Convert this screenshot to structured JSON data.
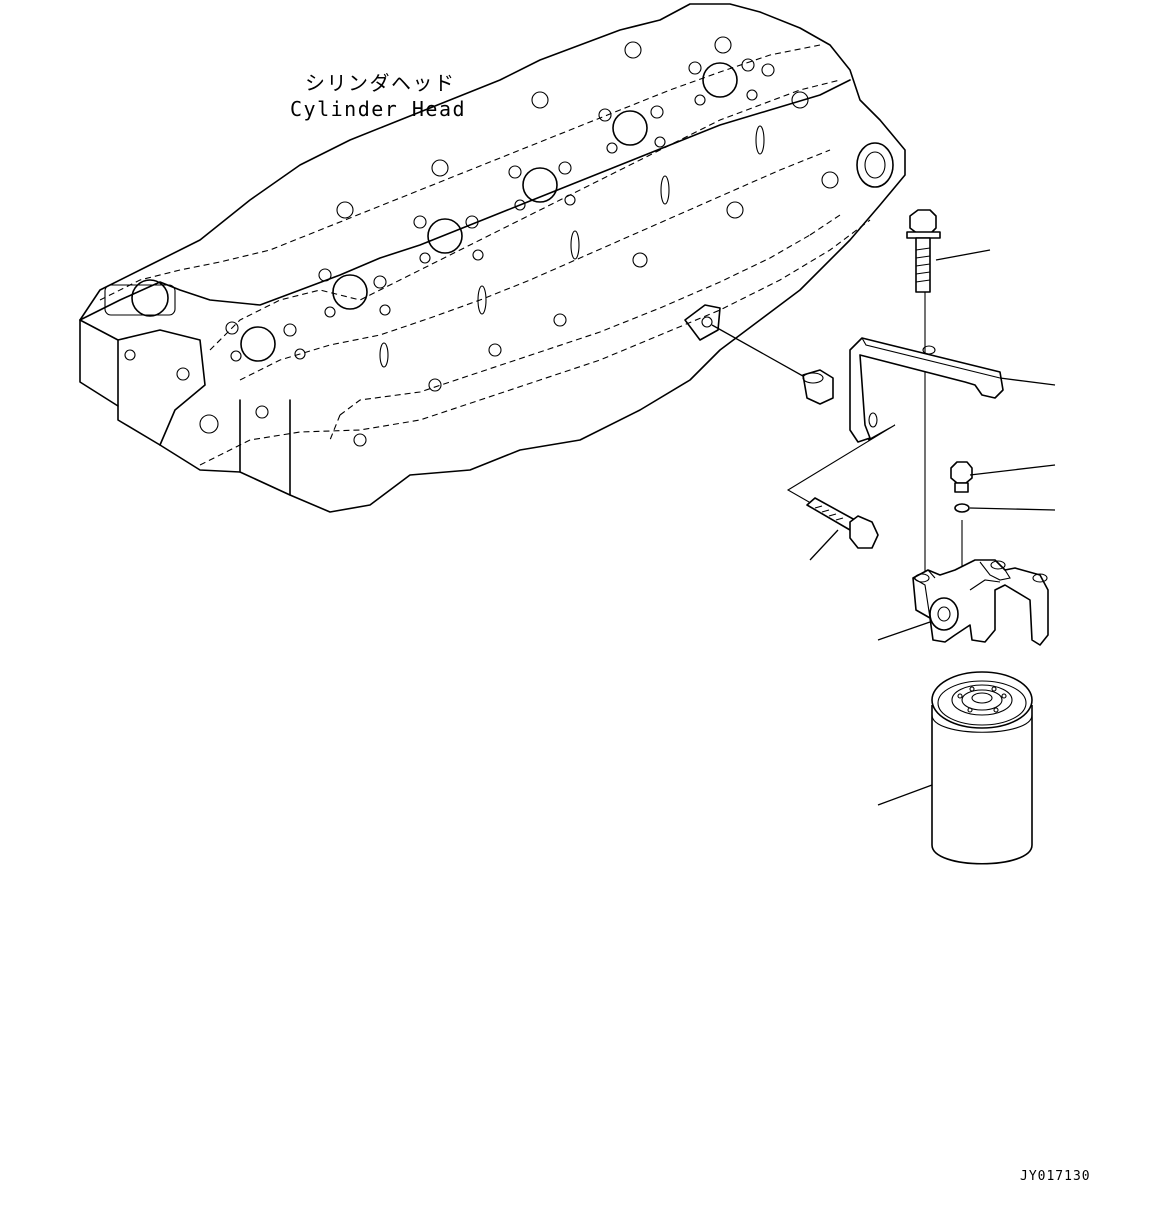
{
  "labels": {
    "cylinder_head_jp": "シリンダヘッド",
    "cylinder_head_en": "Cylinder Head",
    "drawing_id": "JY017130"
  }
}
